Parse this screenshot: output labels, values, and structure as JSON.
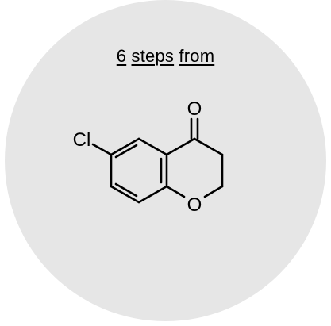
{
  "caption": {
    "count": "6",
    "word_steps": "steps",
    "word_from": "from"
  },
  "molecule": {
    "atoms": {
      "carbonyl_oxygen": "O",
      "chlorine": "Cl",
      "ring_oxygen": "O"
    }
  },
  "colors": {
    "disc": "#e6e6e6",
    "ink": "#000000"
  }
}
